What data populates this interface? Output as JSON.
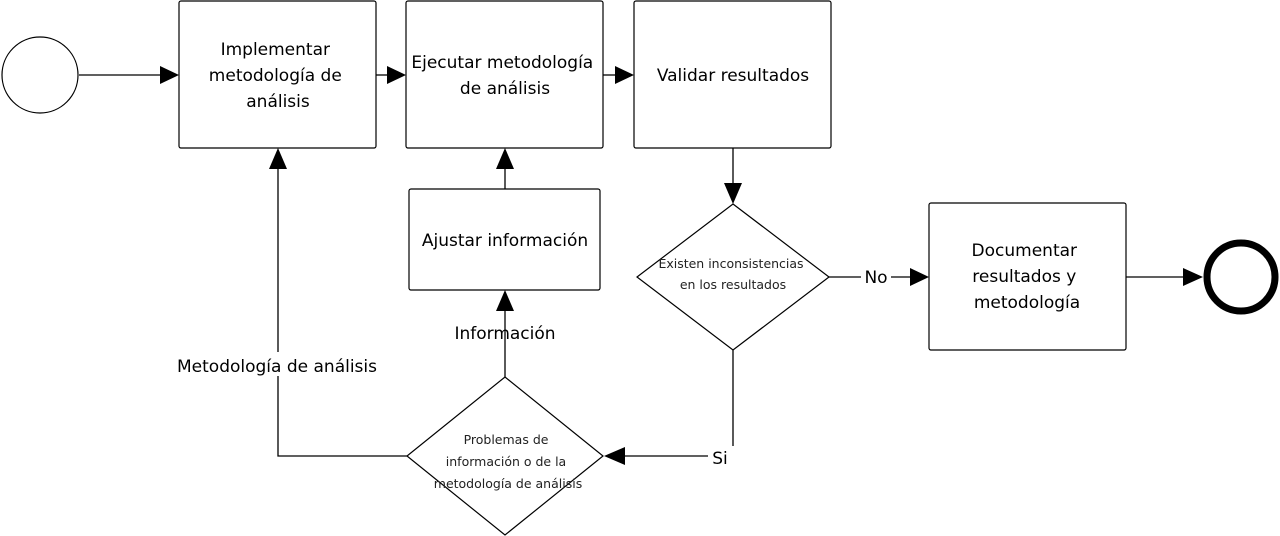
{
  "diagram": {
    "start_event": "",
    "end_event": "",
    "tasks": {
      "implementar": [
        "Implementar",
        "metodología de",
        "análisis"
      ],
      "ejecutar": [
        "Ejecutar metodología",
        "de análisis"
      ],
      "validar": [
        "Validar resultados"
      ],
      "ajustar": [
        "Ajustar información"
      ],
      "documentar": [
        "Documentar",
        "resultados y",
        "metodología"
      ]
    },
    "decisions": {
      "inconsistencias": [
        "Existen inconsistencias",
        "en los resultados"
      ],
      "problemas": [
        "Problemas de",
        "información o de la",
        "metodología de análisis"
      ]
    },
    "flow_labels": {
      "no": "No",
      "si": "Si",
      "informacion": "Información",
      "metodologia": "Metodología de análisis"
    }
  }
}
